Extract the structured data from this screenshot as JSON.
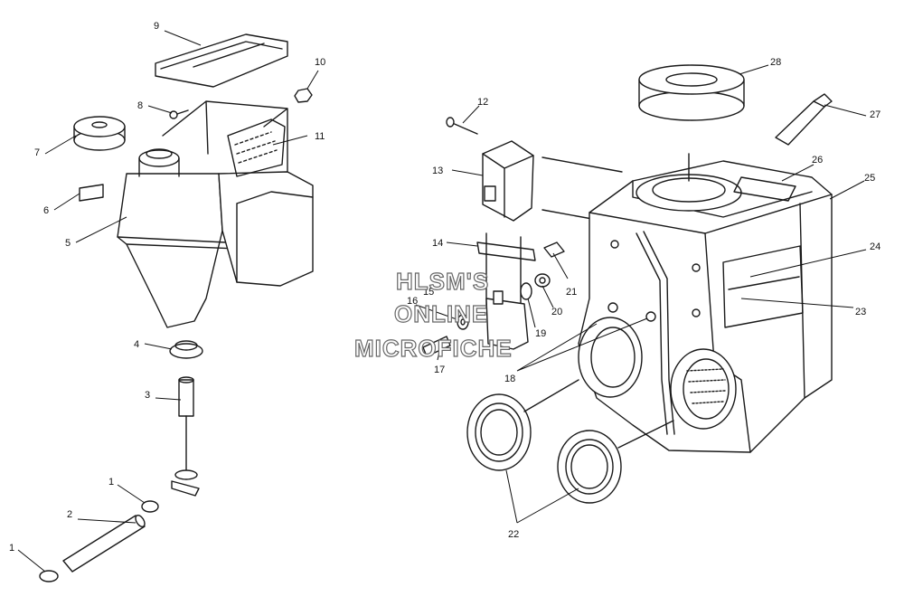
{
  "diagram": {
    "watermark": [
      "HLSM'S",
      "ONLINE",
      "MICROFICHE"
    ],
    "callouts": [
      "1",
      "2",
      "1",
      "3",
      "4",
      "5",
      "6",
      "7",
      "8",
      "9",
      "10",
      "11",
      "12",
      "13",
      "14",
      "15",
      "16",
      "17",
      "18",
      "19",
      "20",
      "21",
      "22",
      "23",
      "24",
      "25",
      "26",
      "27",
      "28"
    ]
  },
  "colors": {
    "line": "#1a1a1a",
    "watermark_stroke": "#666666",
    "background": "#ffffff"
  }
}
